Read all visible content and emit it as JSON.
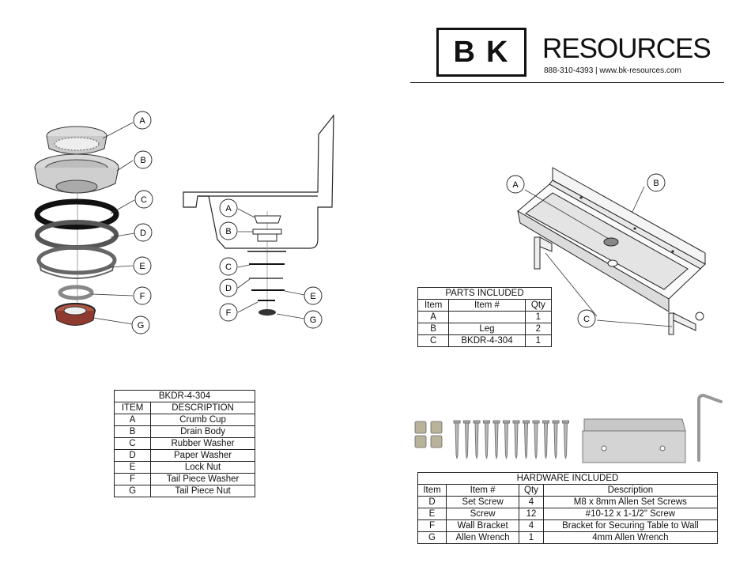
{
  "brand": {
    "logo_mark": "BK",
    "name": "RESOURCES",
    "contact": "888-310-4393 | www.bk-resources.com"
  },
  "drain_table": {
    "title": "BKDR-4-304",
    "headers": [
      "ITEM",
      "DESCRIPTION"
    ],
    "rows": [
      [
        "A",
        "Crumb Cup"
      ],
      [
        "B",
        "Drain Body"
      ],
      [
        "C",
        "Rubber Washer"
      ],
      [
        "D",
        "Paper Washer"
      ],
      [
        "E",
        "Lock Nut"
      ],
      [
        "F",
        "Tail Piece Washer"
      ],
      [
        "G",
        "Tail Piece Nut"
      ]
    ]
  },
  "parts_table": {
    "title": "PARTS INCLUDED",
    "headers": [
      "Item",
      "Item #",
      "Qty"
    ],
    "rows": [
      [
        "A",
        "",
        "1"
      ],
      [
        "B",
        "Leg",
        "2"
      ],
      [
        "C",
        "BKDR-4-304",
        "1"
      ]
    ]
  },
  "hardware_table": {
    "title": "HARDWARE INCLUDED",
    "headers": [
      "Item",
      "Item #",
      "Qty",
      "Description"
    ],
    "rows": [
      [
        "D",
        "Set Screw",
        "4",
        "M8 x 8mm Allen Set Screws"
      ],
      [
        "E",
        "Screw",
        "12",
        "#10-12 x 1-1/2\" Screw"
      ],
      [
        "F",
        "Wall Bracket",
        "4",
        "Bracket for Securing Table to Wall"
      ],
      [
        "G",
        "Allen Wrench",
        "1",
        "4mm Allen Wrench"
      ]
    ]
  },
  "callouts": {
    "exploded": [
      "A",
      "B",
      "C",
      "D",
      "E",
      "F",
      "G"
    ],
    "section": [
      "A",
      "B",
      "C",
      "D",
      "E",
      "F",
      "G"
    ],
    "sink": [
      "A",
      "B",
      "C"
    ]
  }
}
